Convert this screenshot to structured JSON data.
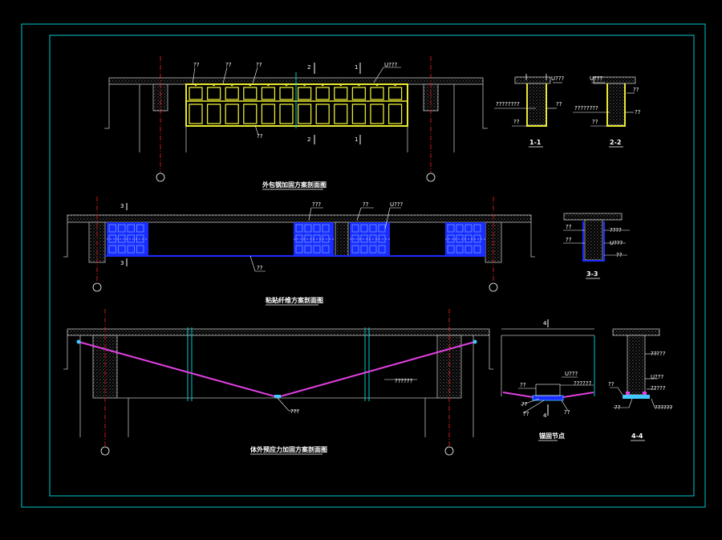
{
  "drawing": {
    "colors": {
      "background": "#000000",
      "frame": "#00c8c8",
      "concrete": "#bdbdbd",
      "steel_plate": "#e8e830",
      "fiber_sheet": "#1a2cff",
      "prestress_cable": "#e040e0",
      "axis": "#ff2020",
      "annotation": "#ffffff",
      "anchor": "#40c8ff"
    },
    "titles": {
      "view1": "外包钢加固方案剖面图",
      "view2": "粘贴纤维方案剖面图",
      "view3": "体外预应力加固方案剖面图",
      "node": "锚固节点",
      "sec11": "1-1",
      "sec22": "2-2",
      "sec33": "3-3",
      "sec44": "4-4"
    },
    "cut_marks": {
      "m1": "1",
      "m2": "2",
      "m3": "3",
      "m4": "4"
    },
    "labels": {
      "qq": "??",
      "uqqq": "U???",
      "qqq": "???",
      "q6": "??????",
      "q8": "????????",
      "q5": "?????",
      "q4": "????"
    }
  }
}
